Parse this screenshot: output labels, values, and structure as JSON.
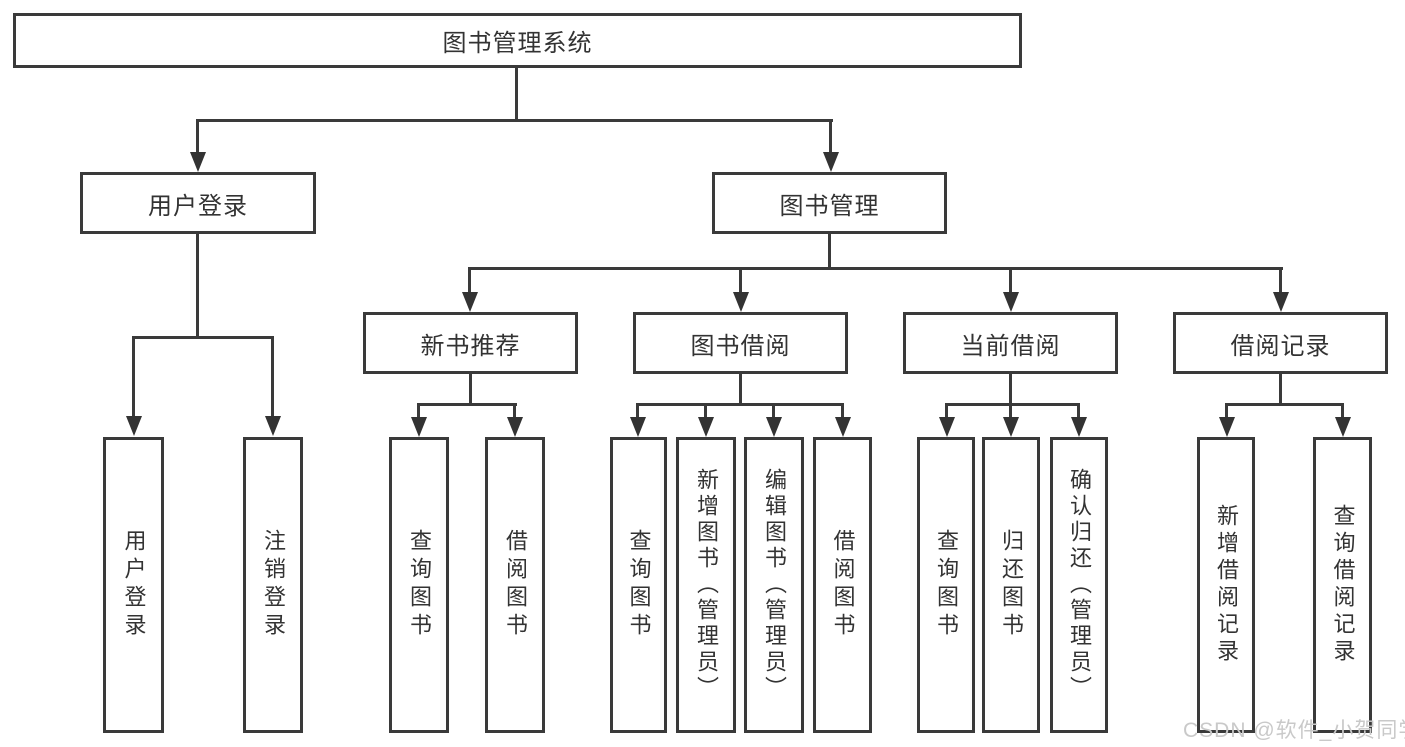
{
  "diagram": {
    "title": "图书管理系统",
    "colors": {
      "line": "#3a3a3a",
      "text": "#333333",
      "box_bg": "#ffffff",
      "watermark": "#c9c9c9"
    },
    "nodes": {
      "root": {
        "label": "图书管理系统"
      },
      "level2": [
        {
          "label": "用户登录"
        },
        {
          "label": "图书管理"
        }
      ],
      "level3": [
        {
          "label": "新书推荐"
        },
        {
          "label": "图书借阅"
        },
        {
          "label": "当前借阅"
        },
        {
          "label": "借阅记录"
        }
      ],
      "leaves": {
        "user_login": [
          {
            "label": "用户登录"
          },
          {
            "label": "注销登录"
          }
        ],
        "new_book": [
          {
            "label": "查询图书"
          },
          {
            "label": "借阅图书"
          }
        ],
        "book_borrow": [
          {
            "label": "查询图书"
          },
          {
            "label": "新增图书（管理员）"
          },
          {
            "label": "编辑图书（管理员）"
          },
          {
            "label": "借阅图书"
          }
        ],
        "current_borrow": [
          {
            "label": "查询图书"
          },
          {
            "label": "归还图书"
          },
          {
            "label": "确认归还（管理员）"
          }
        ],
        "records": [
          {
            "label": "新增借阅记录"
          },
          {
            "label": "查询借阅记录"
          }
        ]
      }
    }
  },
  "watermark": {
    "text": "CSDN @软件_小贺同学"
  }
}
